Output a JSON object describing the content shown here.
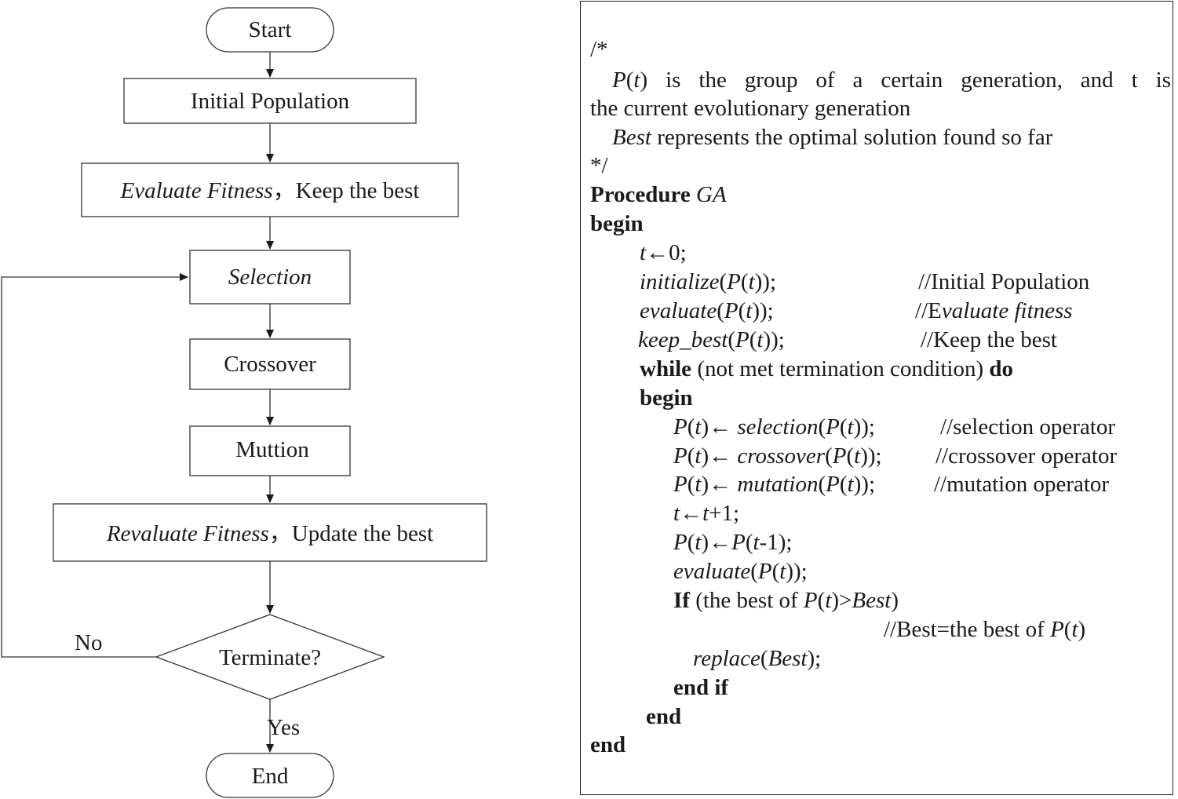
{
  "flowchart": {
    "start": "Start",
    "initial_population": "Initial Population",
    "evaluate": {
      "italic": "Evaluate Fitness",
      "sep": "，",
      "plain": "Keep the best"
    },
    "selection": "Selection",
    "crossover": "Crossover",
    "mutation": "Muttion",
    "revaluate": {
      "italic": "Revaluate Fitness",
      "sep": "，",
      "plain": "Update the best"
    },
    "terminate": "Terminate?",
    "no_label": "No",
    "yes_label": "Yes",
    "end": "End"
  },
  "code": {
    "comment_open": "/*",
    "desc1_a": "(",
    "desc1_b": "t",
    "desc1_c": ")",
    "desc1_P": "P",
    "desc1_rest": "is the group of a certain generation, and t is",
    "desc1_cont": "the current evolutionary generation",
    "desc2_kw": "Best",
    "desc2_rest": " represents the optimal solution found so far",
    "comment_close": "*/",
    "proc_kw": "Procedure",
    "proc_name": "GA",
    "begin": "begin",
    "l_t0": "t←0;",
    "l_init": "initialize(P(t));",
    "c_init": "//Initial Population",
    "l_eval": "evaluate(P(t));",
    "c_eval": "//Evaluate fitness",
    "l_keep": "keep_best(P(t));",
    "c_keep": "//Keep the best",
    "while_kw": "while",
    "while_cond": " (not met termination condition) ",
    "do_kw": "do",
    "inner_begin": "begin",
    "l_sel": "P(t)← selection(P(t));",
    "c_sel": "//selection operator",
    "l_cross": "P(t)← crossover(P(t));",
    "c_cross": "//crossover operator",
    "l_mut": "P(t)← mutation(P(t));",
    "c_mut": "//mutation operator",
    "l_inc": "t←t+1;",
    "l_prev": "P(t)←P(t-1);",
    "l_reeval": "evaluate(P(t));",
    "if_kw": "If",
    "if_cond": " (the best of P(t)>Best)",
    "c_best": "//Best=the best of P(t)",
    "l_replace": "replace(Best);",
    "end_if": "end if",
    "inner_end": "end",
    "outer_end": "end"
  }
}
